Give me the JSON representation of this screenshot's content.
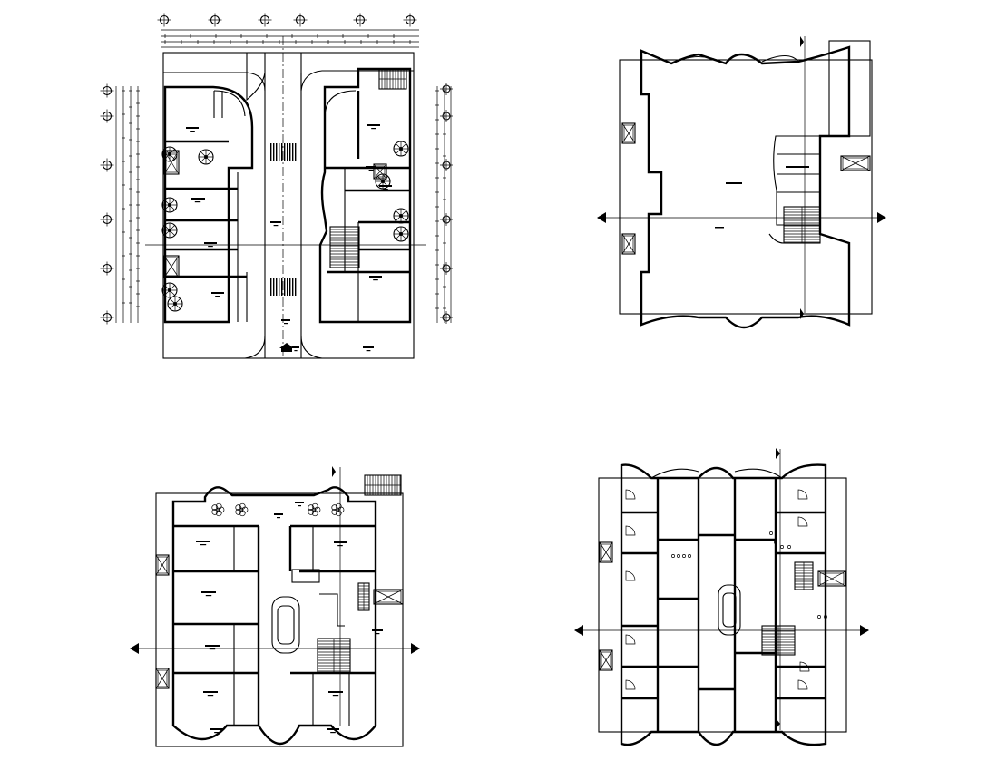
{
  "drawing": {
    "background": "#ffffff",
    "line_color": "#000000",
    "plans": [
      {
        "id": "plan-ground-floor",
        "name": ""
      },
      {
        "id": "plan-roof-top",
        "name": ""
      },
      {
        "id": "plan-typical-floor-a",
        "name": ""
      },
      {
        "id": "plan-typical-floor-b",
        "name": ""
      }
    ],
    "icons": [
      "section-arrow-icon",
      "north-arrow-icon",
      "grid-bubble-icon",
      "spiral-stair-icon",
      "staircase-icon",
      "crossed-box-icon",
      "door-swing-icon"
    ]
  }
}
